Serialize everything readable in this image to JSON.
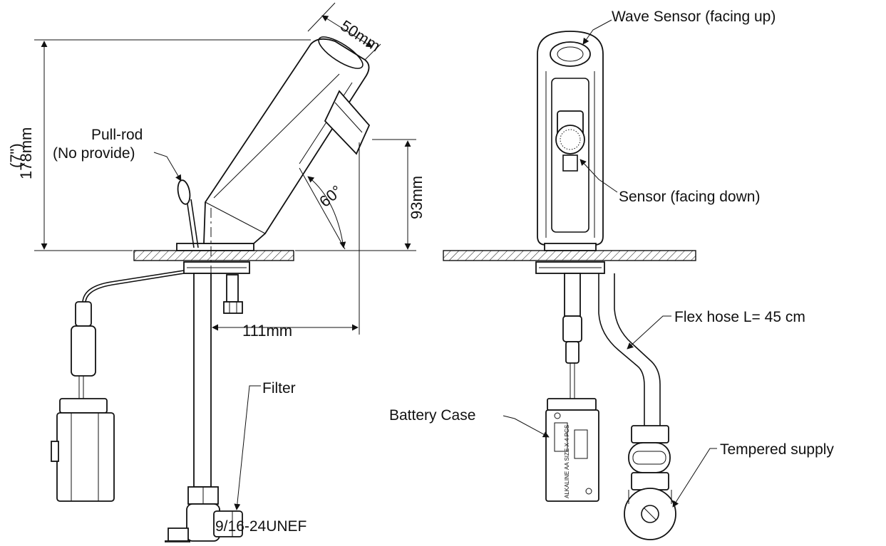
{
  "side_view": {
    "width_dim": "50mm",
    "height_dim": "178mm",
    "height_dim_in": "(7\")",
    "pullrod_label_1": "Pull-rod",
    "pullrod_label_2": "(No provide)",
    "angle": "60°",
    "spout_height_dim": "93mm",
    "reach_dim": "111mm",
    "filter_label": "Filter",
    "thread_label": "9/16-24UNEF"
  },
  "front_view": {
    "wave_sensor_label": "Wave Sensor (facing up)",
    "sensor_label": "Sensor (facing down)",
    "flex_hose_label": "Flex hose L= 45 cm",
    "battery_case_label": "Battery Case",
    "tempered_supply_label": "Tempered supply",
    "battery_print": "ALKALINE  AA  SIZE  X  4  PCS"
  },
  "colors": {
    "line": "#111111",
    "background": "#ffffff"
  }
}
